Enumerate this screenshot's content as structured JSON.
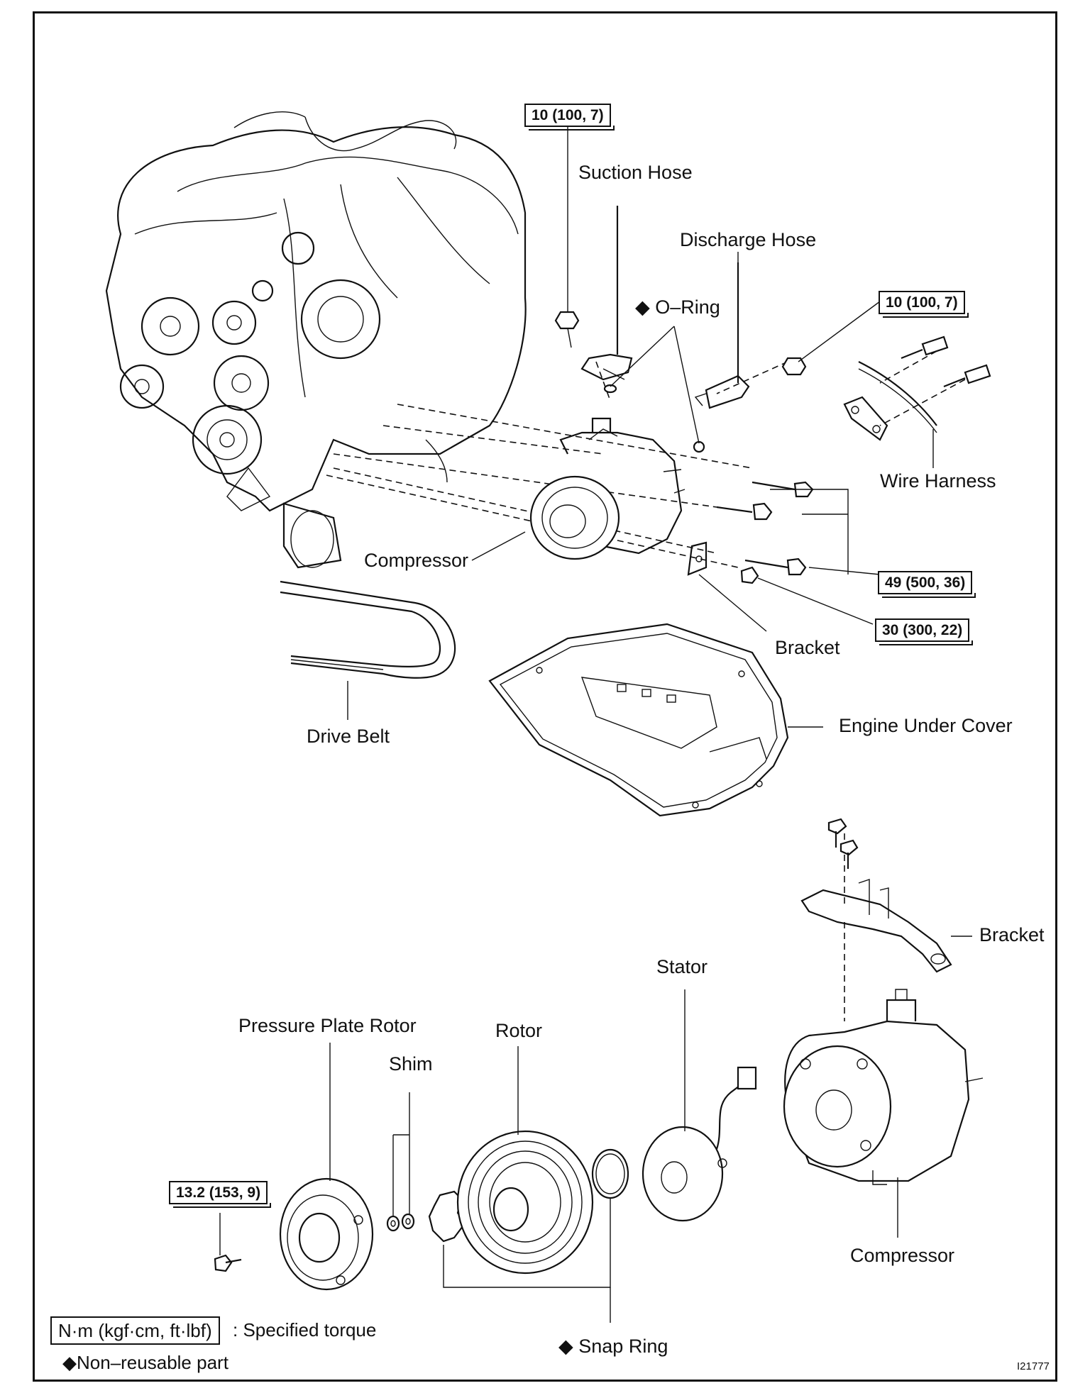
{
  "labels": {
    "suction_hose": "Suction Hose",
    "discharge_hose": "Discharge Hose",
    "o_ring": "◆ O–Ring",
    "wire_harness": "Wire Harness",
    "compressor_top": "Compressor",
    "bracket_mid": "Bracket",
    "drive_belt": "Drive Belt",
    "engine_under_cover": "Engine Under Cover",
    "bracket_lower": "Bracket",
    "stator": "Stator",
    "rotor": "Rotor",
    "pressure_plate_rotor": "Pressure Plate Rotor",
    "shim": "Shim",
    "compressor_bottom": "Compressor",
    "snap_ring": "◆ Snap Ring"
  },
  "torques": {
    "suction_bolt": "10 (100, 7)",
    "discharge_bolt": "10 (100, 7)",
    "compressor_bolts": "49 (500, 36)",
    "bracket_nut": "30 (300, 22)",
    "pressure_plate_bolt": "13.2 (153, 9)"
  },
  "legend": {
    "torque_unit_box": "N·m (kgf·cm, ft·lbf)",
    "torque_desc": ": Specified torque",
    "non_reusable": "◆Non–reusable part"
  },
  "figure_id": "I21777"
}
